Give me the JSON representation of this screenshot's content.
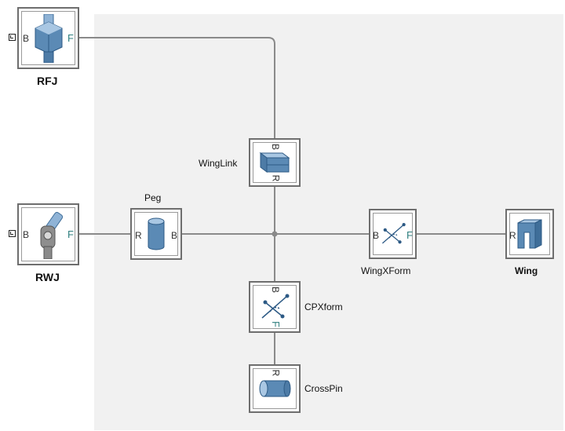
{
  "colors": {
    "canvas": "#f1f1f1",
    "wire": "#8a8a8a",
    "block_border": "#6e6e6e",
    "icon_blue": "#5b8ab5",
    "port_f": "#2f7f7f"
  },
  "blocks": {
    "rfj": {
      "label": "RFJ",
      "port_left": "B",
      "port_right": "F",
      "icon": "revolute-joint-icon"
    },
    "rwj": {
      "label": "RWJ",
      "port_left": "B",
      "port_right": "F",
      "icon": "universal-joint-icon"
    },
    "peg": {
      "label": "Peg",
      "port_left": "R",
      "port_right": "B",
      "icon": "cylinder-solid-icon"
    },
    "winglink": {
      "label": "WingLink",
      "port_top": "B",
      "port_bottom": "R",
      "icon": "brick-solid-icon"
    },
    "cpxform": {
      "label": "CPXform",
      "port_top": "B",
      "port_bottom": "F",
      "icon": "rigid-transform-icon"
    },
    "crosspin": {
      "label": "CrossPin",
      "port_top": "R",
      "icon": "cylinder-solid-icon"
    },
    "wingxform": {
      "label": "WingXForm",
      "port_left": "B",
      "port_right": "F",
      "icon": "rigid-transform-icon"
    },
    "wing": {
      "label": "Wing",
      "port_left": "R",
      "icon": "extruded-solid-icon"
    }
  }
}
